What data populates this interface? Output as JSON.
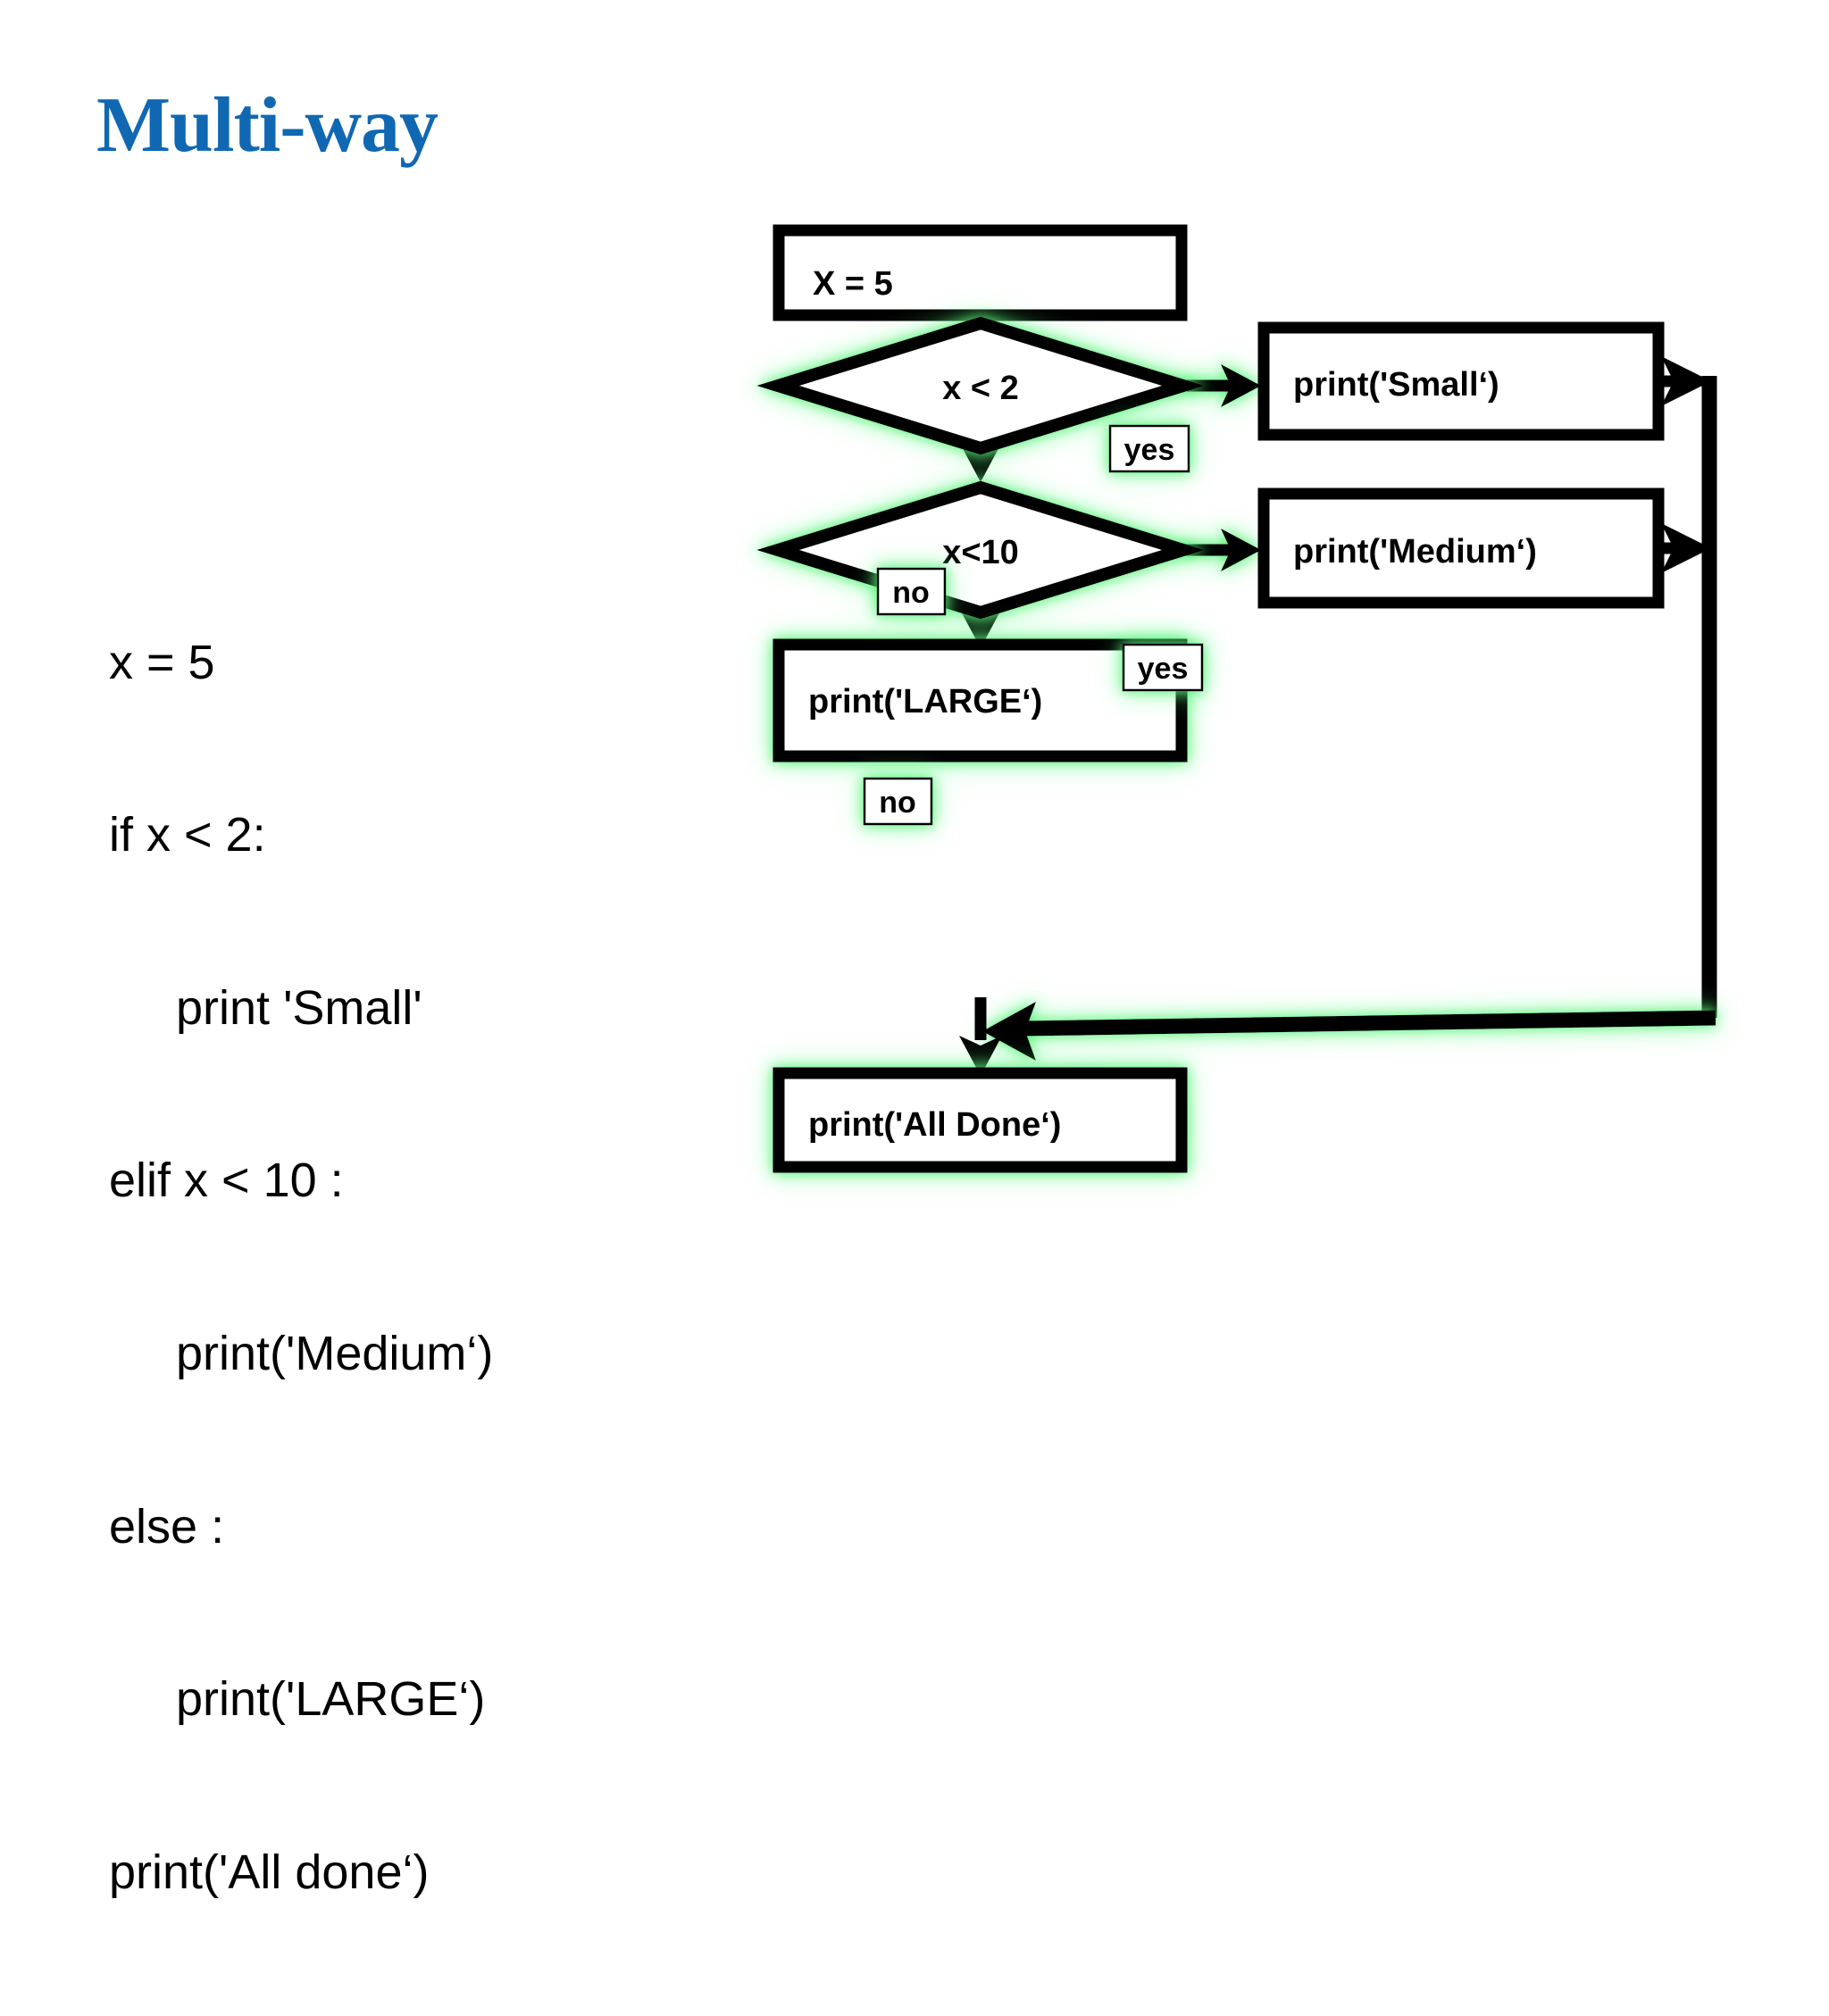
{
  "slide": {
    "title": "Multi-way",
    "title_color": "#1068b3",
    "background_color": "#ffffff",
    "shape_stroke_color": "#000000",
    "glow_color": "#66ee88"
  },
  "code": {
    "lines": [
      "x = 5",
      "if x < 2:",
      "     print 'Small'",
      "elif x < 10 :",
      "     print('Medium‘)",
      "else :",
      "     print('LARGE‘)",
      "print('All done‘)"
    ]
  },
  "flowchart": {
    "type": "flowchart",
    "nodes": [
      {
        "id": "start",
        "shape": "rect",
        "label": "X = 5",
        "align": "left",
        "glow": false
      },
      {
        "id": "cond1",
        "shape": "diamond",
        "label": "x < 2",
        "align": "center",
        "glow": true
      },
      {
        "id": "small",
        "shape": "rect",
        "label": "print('Small‘)",
        "align": "left",
        "glow": false
      },
      {
        "id": "cond2",
        "shape": "diamond",
        "label": "x<10",
        "align": "center",
        "glow": true
      },
      {
        "id": "medium",
        "shape": "rect",
        "label": "print('Medium‘)",
        "align": "left",
        "glow": false
      },
      {
        "id": "large",
        "shape": "rect",
        "label": "print('LARGE‘)",
        "align": "left",
        "glow": true
      },
      {
        "id": "done",
        "shape": "rect",
        "label": "print('All Done‘)",
        "align": "left",
        "glow": true
      }
    ],
    "edges": [
      {
        "from": "start",
        "to": "cond1",
        "label": ""
      },
      {
        "from": "cond1",
        "to": "small",
        "label": "yes"
      },
      {
        "from": "cond1",
        "to": "cond2",
        "label": "no"
      },
      {
        "from": "cond2",
        "to": "medium",
        "label": "yes"
      },
      {
        "from": "cond2",
        "to": "large",
        "label": "no"
      },
      {
        "from": "small",
        "to": "merge",
        "label": ""
      },
      {
        "from": "medium",
        "to": "merge",
        "label": ""
      },
      {
        "from": "large",
        "to": "done",
        "label": ""
      },
      {
        "from": "merge",
        "to": "done",
        "label": ""
      }
    ],
    "edge_labels": {
      "yes1": "yes",
      "no1": "no",
      "yes2": "yes",
      "no2": "no"
    }
  }
}
